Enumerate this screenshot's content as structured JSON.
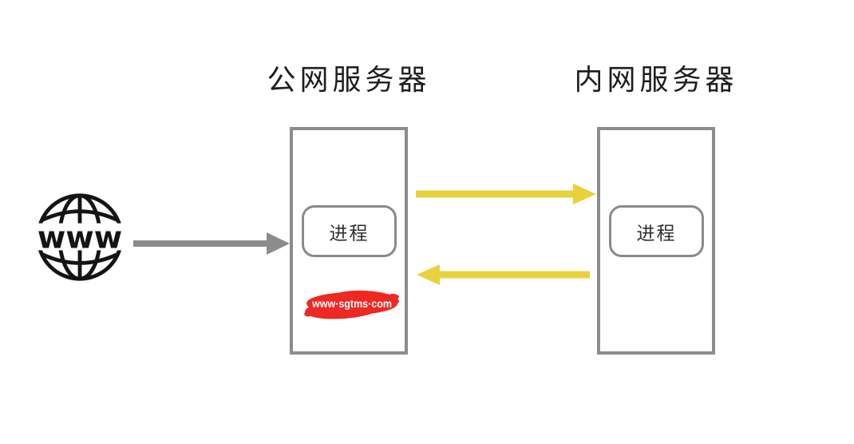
{
  "diagram": {
    "internet_icon": {
      "label": "www"
    },
    "public_server": {
      "title": "公网服务器",
      "process": "进程"
    },
    "private_server": {
      "title": "内网服务器",
      "process": "进程"
    },
    "watermark": {
      "text": "www·sgtms·com"
    }
  },
  "colors": {
    "arrow_gray": "#8c8c8c",
    "arrow_yellow": "#e8d23c",
    "box_border": "#8c8c8c",
    "process_border": "#8a8a8a",
    "watermark_red": "#ee2823",
    "title_text": "#1e1e1e",
    "globe_ink": "#141414"
  }
}
